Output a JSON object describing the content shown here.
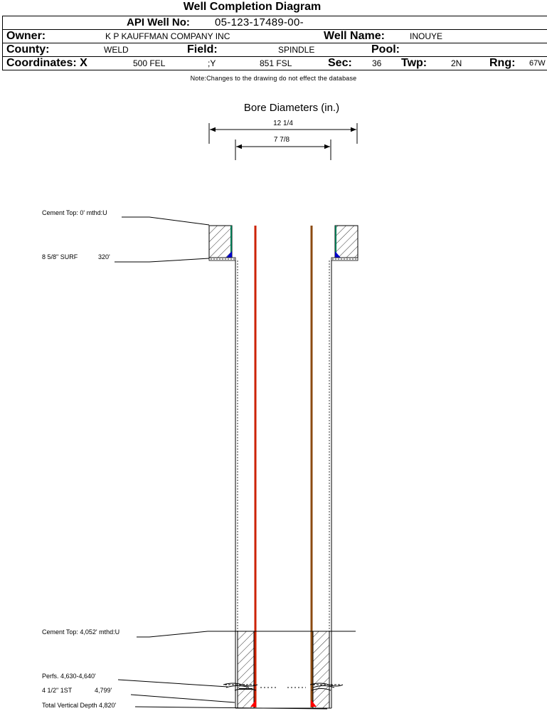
{
  "title": "Well Completion Diagram",
  "header": {
    "api_label": "API Well No:",
    "api_value": "05-123-17489-00-",
    "owner_label": "Owner:",
    "owner_value": "K P KAUFFMAN COMPANY INC",
    "well_name_label": "Well Name:",
    "well_name_value": "INOUYE",
    "county_label": "County:",
    "county_value": "WELD",
    "field_label": "Field:",
    "field_value": "SPINDLE",
    "pool_label": "Pool:",
    "pool_value": "",
    "coord_label": "Coordinates: X",
    "coord_x_value": "500 FEL",
    "coord_y_label": ";Y",
    "coord_y_value": "851 FSL",
    "sec_label": "Sec:",
    "sec_value": "36",
    "twp_label": "Twp:",
    "twp_value": "2N",
    "rng_label": "Rng:",
    "rng_value": "67W"
  },
  "note": "Note:Changes to the drawing do not effect the database",
  "diagram": {
    "bore_title": "Bore Diameters (in.)",
    "bore_outer": "12 1/4",
    "bore_inner": "7 7/8",
    "annotations": {
      "cement_top_surface": "Cement Top: 0' mthd:U",
      "surface_casing": "8 5/8\" SURF",
      "surface_casing_depth": "320'",
      "cement_top_prod": "Cement Top: 4,052' mthd:U",
      "perfs": "Perfs. 4,630-4,640'",
      "prod_casing": "4 1/2\" 1ST",
      "prod_casing_depth": "4,799'",
      "total_depth": "Total Vertical Depth 4,820'"
    },
    "colors": {
      "casing_red": "#cc2200",
      "casing_brown": "#8b4a10",
      "shoe_blue": "#0000cc",
      "shoe_red": "#ff0000",
      "cement_edge_green": "#007a55"
    }
  }
}
